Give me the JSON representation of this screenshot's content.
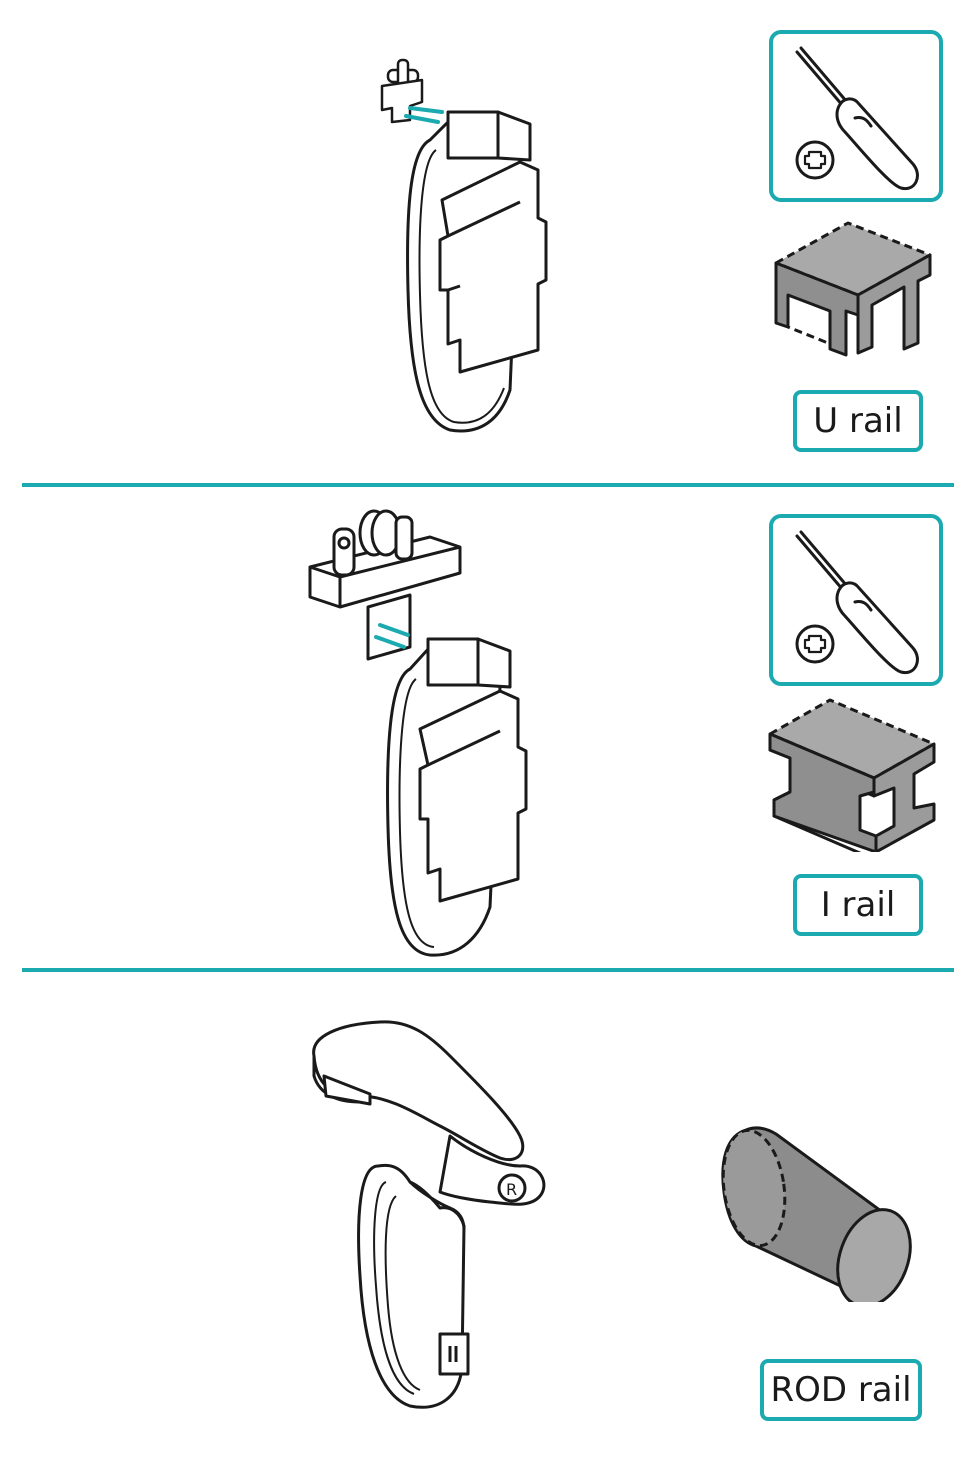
{
  "panels": [
    {
      "rail_label": "U rail",
      "tool_icon": "phillips-screwdriver-icon",
      "rail_icon": "u-rail-icon"
    },
    {
      "rail_label": "I rail",
      "tool_icon": "phillips-screwdriver-icon",
      "rail_icon": "i-rail-icon"
    },
    {
      "rail_label": "ROD rail",
      "rail_icon": "rod-rail-icon"
    }
  ],
  "colors": {
    "accent": "#1aaab0",
    "rail_gray": "#8f8f8f",
    "line": "#1a1a1a"
  }
}
